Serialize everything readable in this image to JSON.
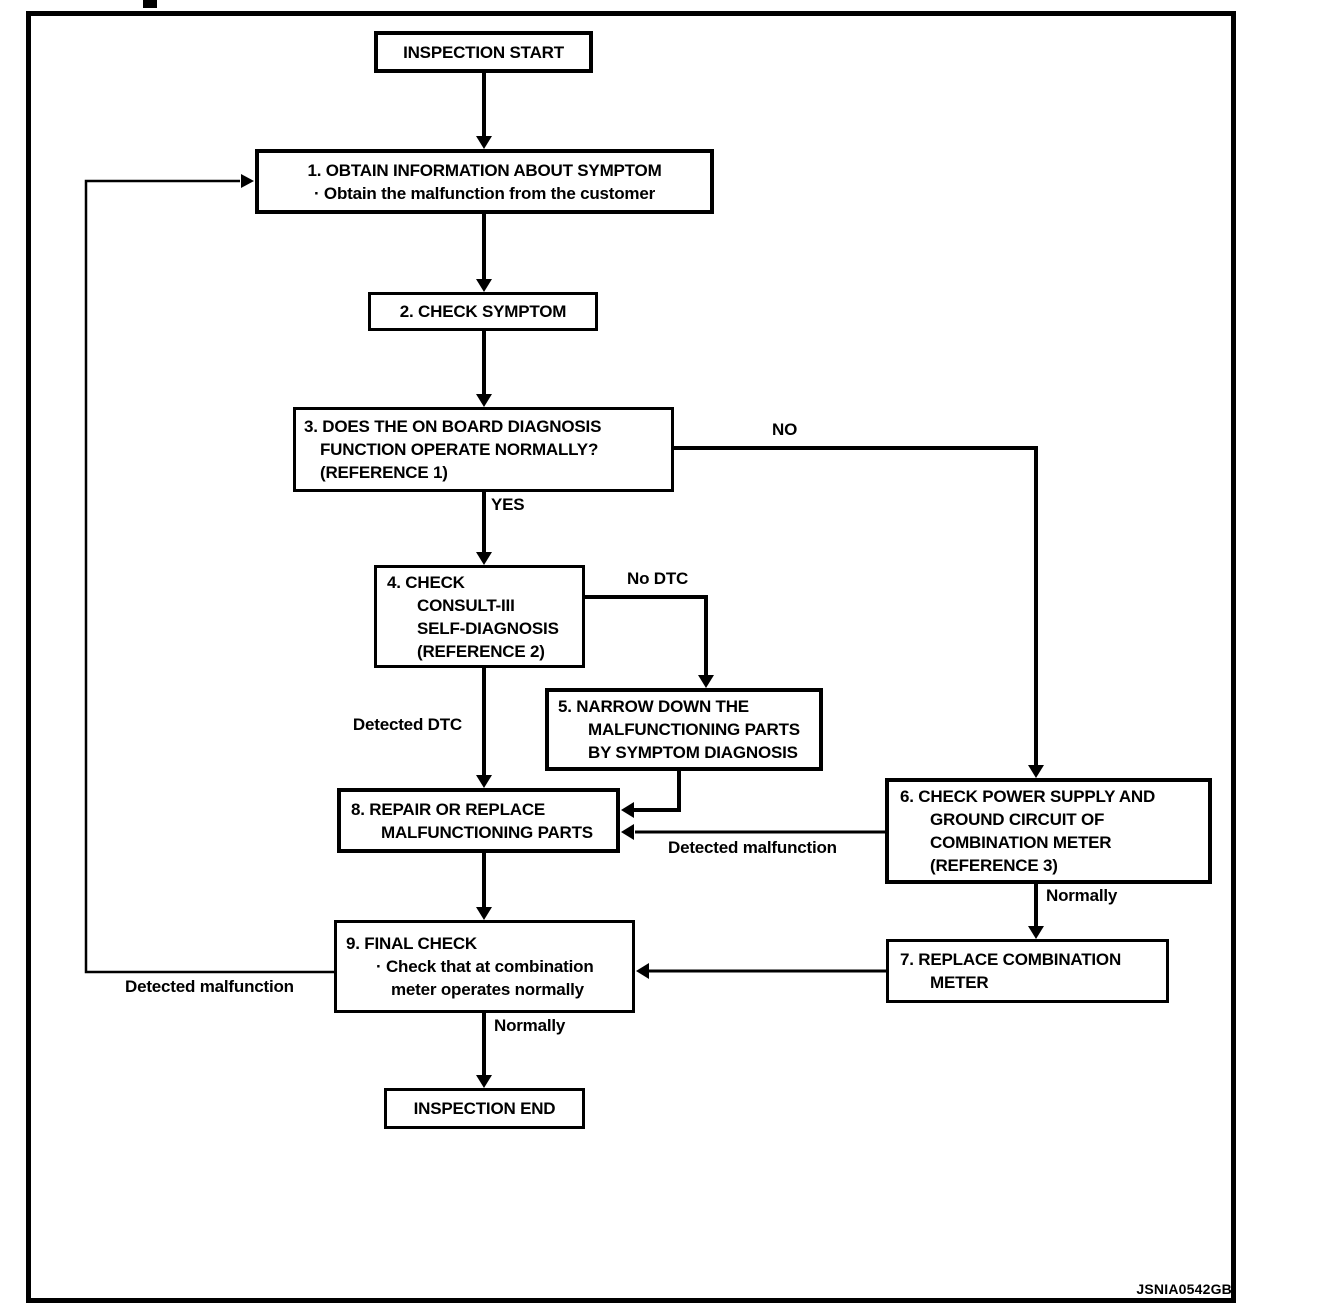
{
  "figure_code": "JSNIA0542GB",
  "palette": {
    "ink": "#000000",
    "paper": "#ffffff"
  },
  "nodes": {
    "start": {
      "lines": [
        "INSPECTION START"
      ]
    },
    "step1": {
      "lines": [
        "1. OBTAIN INFORMATION ABOUT SYMPTOM",
        "· Obtain the malfunction from the customer"
      ]
    },
    "step2": {
      "lines": [
        "2. CHECK SYMPTOM"
      ]
    },
    "step3": {
      "lines": [
        "3. DOES THE ON BOARD DIAGNOSIS",
        "FUNCTION OPERATE NORMALLY?",
        "(REFERENCE 1)"
      ]
    },
    "step4": {
      "lines": [
        "4. CHECK",
        "CONSULT-III",
        "SELF-DIAGNOSIS",
        "(REFERENCE 2)"
      ]
    },
    "step5": {
      "lines": [
        "5. NARROW DOWN THE",
        "MALFUNCTIONING PARTS",
        "BY SYMPTOM DIAGNOSIS"
      ]
    },
    "step6": {
      "lines": [
        "6. CHECK POWER SUPPLY AND",
        "GROUND CIRCUIT OF",
        "COMBINATION METER",
        "(REFERENCE 3)"
      ]
    },
    "step7": {
      "lines": [
        "7. REPLACE COMBINATION",
        "METER"
      ]
    },
    "step8": {
      "lines": [
        "8. REPAIR OR REPLACE",
        "MALFUNCTIONING PARTS"
      ]
    },
    "step9": {
      "lines": [
        "9. FINAL CHECK",
        "· Check that at combination",
        "meter operates normally"
      ]
    },
    "end": {
      "lines": [
        "INSPECTION END"
      ]
    }
  },
  "edge_labels": {
    "no": "NO",
    "yes": "YES",
    "no_dtc": "No DTC",
    "detected_dtc": "Detected DTC",
    "detected_malfunction_meter": "Detected malfunction",
    "normally_meter": "Normally",
    "detected_malfunction_final": "Detected malfunction",
    "normally_final": "Normally"
  }
}
